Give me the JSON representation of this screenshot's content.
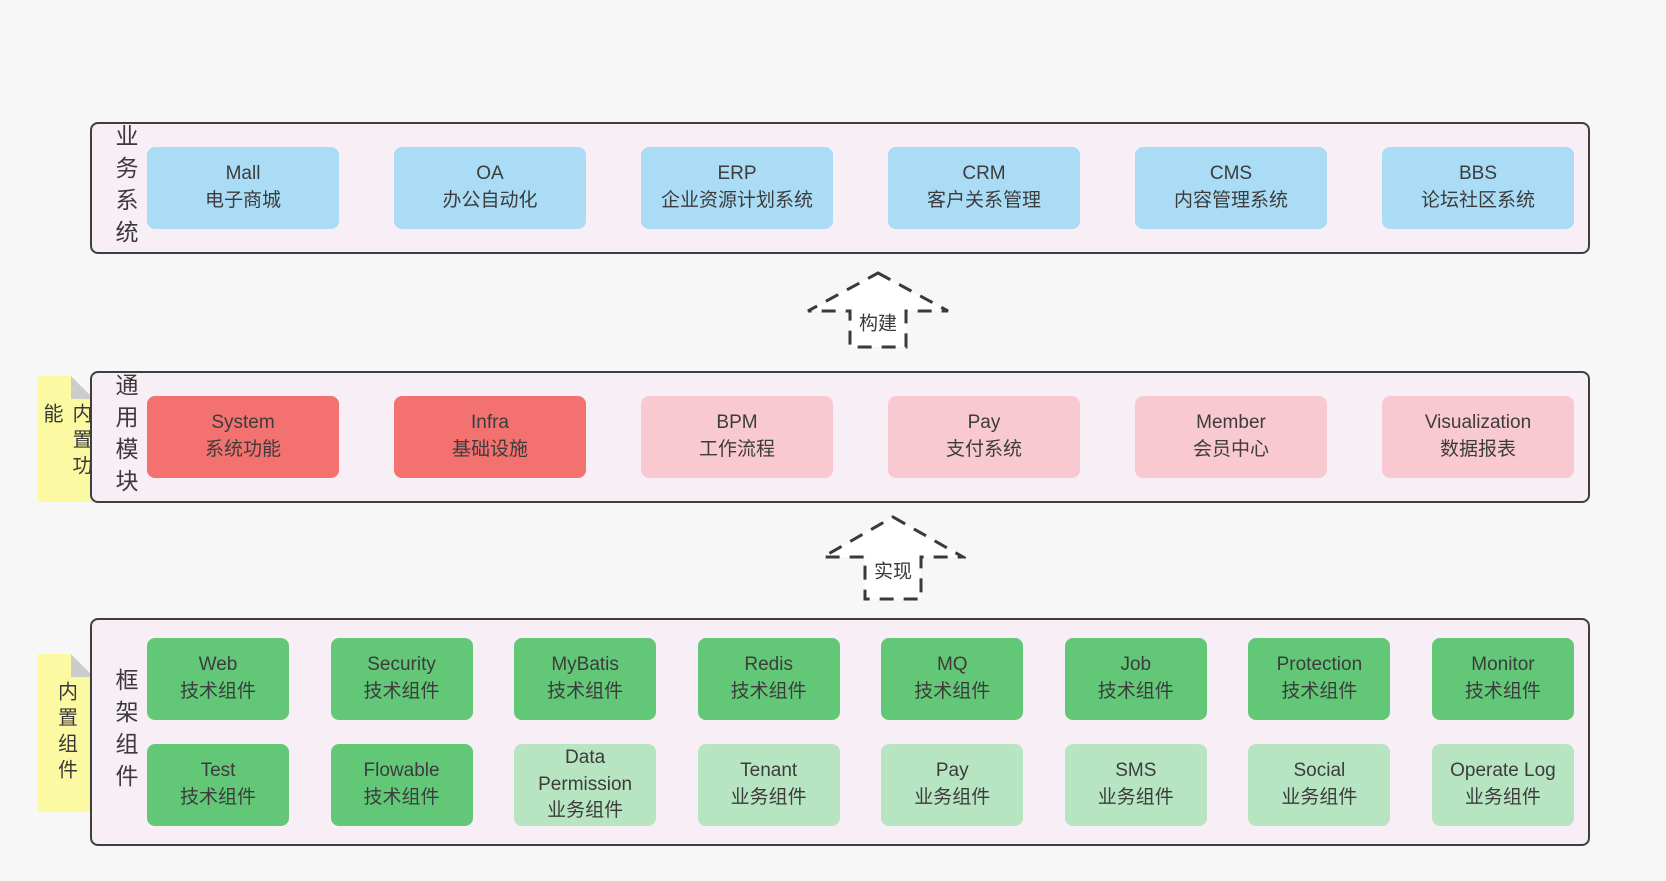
{
  "colors": {
    "page_bg": "#f7f7f7",
    "band_bg": "#f8eef6",
    "band_border": "#3f3f3f",
    "blue_box": "#aadcf6",
    "red_box": "#f3716e",
    "pink_box": "#f9c9d2",
    "green_box": "#62c878",
    "green_light_box": "#b7e5c1",
    "note_yellow": "#fbfaa2",
    "note_fold_gray": "#cccccc",
    "arrow_stroke": "#3a3a3a"
  },
  "bands": [
    {
      "label": "业务系统",
      "note": null,
      "rows": [
        [
          {
            "name": "Mall",
            "desc": "电子商城",
            "type": "blue"
          },
          {
            "name": "OA",
            "desc": "办公自动化",
            "type": "blue"
          },
          {
            "name": "ERP",
            "desc": "企业资源计划系统",
            "type": "blue"
          },
          {
            "name": "CRM",
            "desc": "客户关系管理",
            "type": "blue"
          },
          {
            "name": "CMS",
            "desc": "内容管理系统",
            "type": "blue"
          },
          {
            "name": "BBS",
            "desc": "论坛社区系统",
            "type": "blue"
          }
        ]
      ]
    },
    {
      "label": "通用模块",
      "note": "内置功能",
      "rows": [
        [
          {
            "name": "System",
            "desc": "系统功能",
            "type": "red"
          },
          {
            "name": "Infra",
            "desc": "基础设施",
            "type": "red"
          },
          {
            "name": "BPM",
            "desc": "工作流程",
            "type": "pink"
          },
          {
            "name": "Pay",
            "desc": "支付系统",
            "type": "pink"
          },
          {
            "name": "Member",
            "desc": "会员中心",
            "type": "pink"
          },
          {
            "name": "Visualization",
            "desc": "数据报表",
            "type": "pink"
          }
        ]
      ]
    },
    {
      "label": "框架组件",
      "note": "内置组件",
      "rows": [
        [
          {
            "name": "Web",
            "desc": "技术组件",
            "type": "green"
          },
          {
            "name": "Security",
            "desc": "技术组件",
            "type": "green"
          },
          {
            "name": "MyBatis",
            "desc": "技术组件",
            "type": "green"
          },
          {
            "name": "Redis",
            "desc": "技术组件",
            "type": "green"
          },
          {
            "name": "MQ",
            "desc": "技术组件",
            "type": "green"
          },
          {
            "name": "Job",
            "desc": "技术组件",
            "type": "green"
          },
          {
            "name": "Protection",
            "desc": "技术组件",
            "type": "green"
          },
          {
            "name": "Monitor",
            "desc": "技术组件",
            "type": "green"
          }
        ],
        [
          {
            "name": "Test",
            "desc": "技术组件",
            "type": "green"
          },
          {
            "name": "Flowable",
            "desc": "技术组件",
            "type": "green"
          },
          {
            "name": "Data Permission",
            "desc": "业务组件",
            "type": "green-light"
          },
          {
            "name": "Tenant",
            "desc": "业务组件",
            "type": "green-light"
          },
          {
            "name": "Pay",
            "desc": "业务组件",
            "type": "green-light"
          },
          {
            "name": "SMS",
            "desc": "业务组件",
            "type": "green-light"
          },
          {
            "name": "Social",
            "desc": "业务组件",
            "type": "green-light"
          },
          {
            "name": "Operate Log",
            "desc": "业务组件",
            "type": "green-light"
          }
        ]
      ]
    }
  ],
  "arrows": [
    {
      "label": "构建"
    },
    {
      "label": "实现"
    }
  ]
}
